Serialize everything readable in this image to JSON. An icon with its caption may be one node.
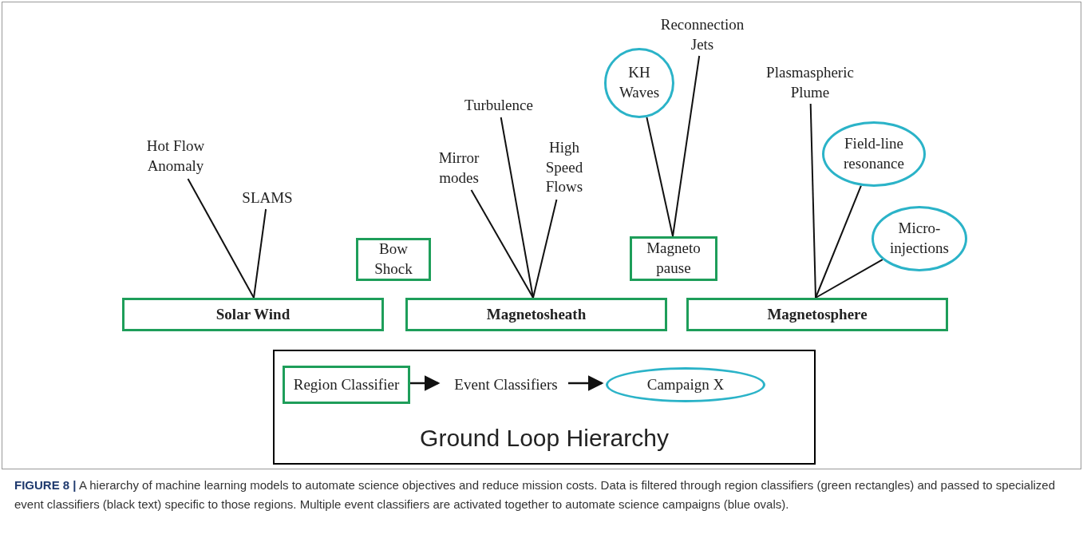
{
  "diagram": {
    "caption": "**FIGURE 8 |** A hierarchy of machine learning models to automate science objectives and reduce mission costs. Data is filtered through region classifiers (green rectangles) and passed to specialized event classifiers (black text) specific to those regions. Multiple event classifiers are activated together to automate science campaigns (blue ovals).",
    "nodes": [
      {
        "text": [
          "Hot Flow Anomaly"
        ]
      },
      {
        "text": [
          "SLAMS"
        ]
      },
      {
        "text": [
          "Bow Shock"
        ]
      },
      {
        "text": [
          "Turbulence"
        ]
      },
      {
        "text": [
          "Mirror modes"
        ]
      },
      {
        "text": [
          "High Speed Flows"
        ]
      },
      {
        "text": [
          "Reconnection Jets"
        ]
      },
      {
        "text": [
          "KH Waves"
        ]
      },
      {
        "text": [
          "Magneto pause"
        ]
      },
      {
        "text": [
          "Plasmaspheric Plume"
        ]
      },
      {
        "text": [
          "Field-line resonance"
        ]
      },
      {
        "text": [
          "Micro-injections"
        ]
      },
      {
        "text": [
          "Solar Wind"
        ]
      },
      {
        "text": [
          "Magnetosheath"
        ]
      },
      {
        "text": [
          "Magnetosphere"
        ]
      },
      {
        "text": [
          "Ground Loop Hierarchy"
        ]
      },
      {
        "text": [
          "Region Classifier"
        ],
        "in": 15
      },
      {
        "text": [
          "Event Classifiers"
        ],
        "in": 15
      },
      {
        "text": [
          "Campaign X"
        ],
        "in": 15
      }
    ],
    "edges": [
      {
        "from": 12,
        "to": 0,
        "arrow": "none"
      },
      {
        "from": 12,
        "to": 1,
        "arrow": "none"
      },
      {
        "from": 13,
        "to": 4,
        "arrow": "none"
      },
      {
        "from": 13,
        "to": 3,
        "arrow": "none"
      },
      {
        "from": 13,
        "to": 5,
        "arrow": "none"
      },
      {
        "from": 8,
        "to": 7,
        "arrow": "none"
      },
      {
        "from": 8,
        "to": 6,
        "arrow": "none"
      },
      {
        "from": 14,
        "to": 9,
        "arrow": "none"
      },
      {
        "from": 14,
        "to": 10,
        "arrow": "none"
      },
      {
        "from": 14,
        "to": 11,
        "arrow": "none"
      },
      {
        "from": 16,
        "to": 17,
        "arrow": "to"
      },
      {
        "from": 17,
        "to": 18,
        "arrow": "to"
      }
    ]
  }
}
